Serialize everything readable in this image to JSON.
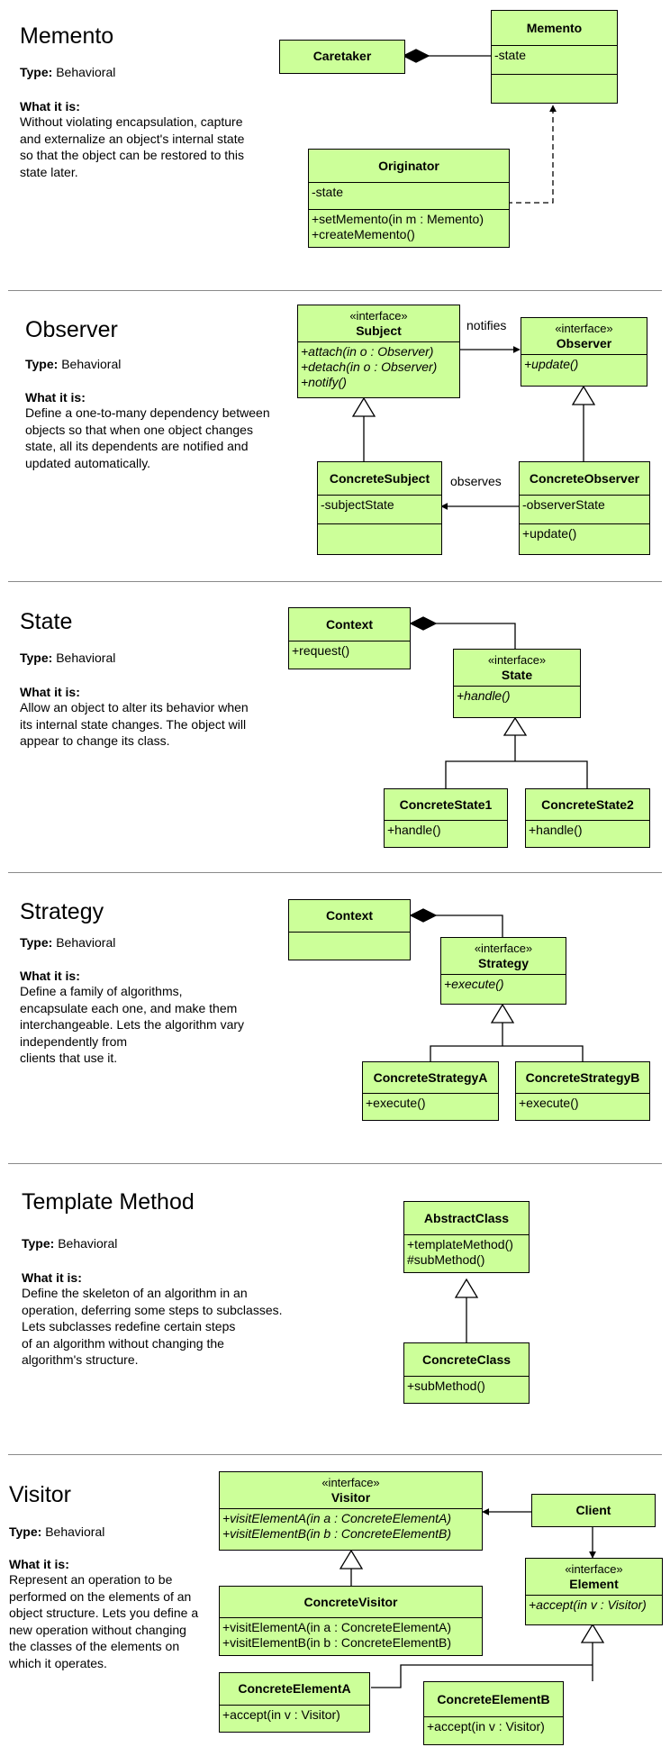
{
  "sections": {
    "memento": {
      "title": "Memento",
      "type_label": "Type:",
      "type_value": "Behavioral",
      "what_label": "What it is:",
      "desc": [
        "Without violating encapsulation, capture",
        "and externalize an object's internal state",
        "so that the object can be restored to this",
        "state later."
      ],
      "classes": {
        "caretaker": {
          "name": "Caretaker"
        },
        "memento": {
          "name": "Memento",
          "attrs": [
            "-state"
          ]
        },
        "originator": {
          "name": "Originator",
          "attrs": [
            "-state"
          ],
          "ops": [
            "+setMemento(in m : Memento)",
            "+createMemento()"
          ]
        }
      }
    },
    "observer": {
      "title": "Observer",
      "type_label": "Type:",
      "type_value": "Behavioral",
      "what_label": "What it is:",
      "desc": [
        "Define a one-to-many dependency between",
        "objects so that when one object changes",
        "state, all its dependents are notified and",
        "updated automatically."
      ],
      "classes": {
        "subject": {
          "stereotype": "«interface»",
          "name": "Subject",
          "ops": [
            "+attach(in o : Observer)",
            "+detach(in o : Observer)",
            "+notify()"
          ]
        },
        "observer": {
          "stereotype": "«interface»",
          "name": "Observer",
          "ops": [
            "+update()"
          ]
        },
        "concrete_subject": {
          "name": "ConcreteSubject",
          "attrs": [
            "-subjectState"
          ]
        },
        "concrete_observer": {
          "name": "ConcreteObserver",
          "attrs": [
            "-observerState"
          ],
          "ops": [
            "+update()"
          ]
        }
      },
      "labels": {
        "notifies": "notifies",
        "observes": "observes"
      }
    },
    "state": {
      "title": "State",
      "type_label": "Type:",
      "type_value": "Behavioral",
      "what_label": "What it is:",
      "desc": [
        "Allow an object to alter its behavior when",
        "its internal state changes. The object will",
        "appear to change its class."
      ],
      "classes": {
        "context": {
          "name": "Context",
          "ops": [
            "+request()"
          ]
        },
        "state": {
          "stereotype": "«interface»",
          "name": "State",
          "ops": [
            "+handle()"
          ]
        },
        "concrete_state1": {
          "name": "ConcreteState1",
          "ops": [
            "+handle()"
          ]
        },
        "concrete_state2": {
          "name": "ConcreteState2",
          "ops": [
            "+handle()"
          ]
        }
      }
    },
    "strategy": {
      "title": "Strategy",
      "type_label": "Type:",
      "type_value": "Behavioral",
      "what_label": "What it is:",
      "desc": [
        "Define a family of algorithms,",
        "encapsulate each one, and make them",
        "interchangeable. Lets the algorithm vary",
        "independently from",
        "clients that use it."
      ],
      "classes": {
        "context": {
          "name": "Context"
        },
        "strategy": {
          "stereotype": "«interface»",
          "name": "Strategy",
          "ops": [
            "+execute()"
          ]
        },
        "concrete_a": {
          "name": "ConcreteStrategyA",
          "ops": [
            "+execute()"
          ]
        },
        "concrete_b": {
          "name": "ConcreteStrategyB",
          "ops": [
            "+execute()"
          ]
        }
      }
    },
    "template": {
      "title": "Template Method",
      "type_label": "Type:",
      "type_value": "Behavioral",
      "what_label": "What it is:",
      "desc": [
        "Define the skeleton of an algorithm in an",
        "operation, deferring some steps to subclasses.",
        "Lets subclasses redefine certain steps",
        "of an algorithm without changing the",
        "algorithm's structure."
      ],
      "classes": {
        "abstract_class": {
          "name": "AbstractClass",
          "ops": [
            "+templateMethod()",
            "#subMethod()"
          ]
        },
        "concrete_class": {
          "name": "ConcreteClass",
          "ops": [
            "+subMethod()"
          ]
        }
      }
    },
    "visitor": {
      "title": "Visitor",
      "type_label": "Type:",
      "type_value": "Behavioral",
      "what_label": "What it is:",
      "desc": [
        "Represent an operation to be",
        "performed on the elements of an",
        "object structure. Lets you define a",
        "new operation without changing",
        "the classes of the elements on",
        "which it operates."
      ],
      "classes": {
        "visitor": {
          "stereotype": "«interface»",
          "name": "Visitor",
          "ops": [
            "+visitElementA(in a : ConcreteElementA)",
            "+visitElementB(in b : ConcreteElementB)"
          ]
        },
        "client": {
          "name": "Client"
        },
        "element": {
          "stereotype": "«interface»",
          "name": "Element",
          "ops": [
            "+accept(in v : Visitor)"
          ]
        },
        "concrete_visitor": {
          "name": "ConcreteVisitor",
          "ops": [
            "+visitElementA(in a : ConcreteElementA)",
            "+visitElementB(in b : ConcreteElementB)"
          ]
        },
        "concrete_element_a": {
          "name": "ConcreteElementA",
          "ops": [
            "+accept(in v : Visitor)"
          ]
        },
        "concrete_element_b": {
          "name": "ConcreteElementB",
          "ops": [
            "+accept(in v : Visitor)"
          ]
        }
      }
    }
  },
  "colors": {
    "class_fill": "#ccff99",
    "border": "#000000",
    "separator": "#8a8a8a"
  }
}
